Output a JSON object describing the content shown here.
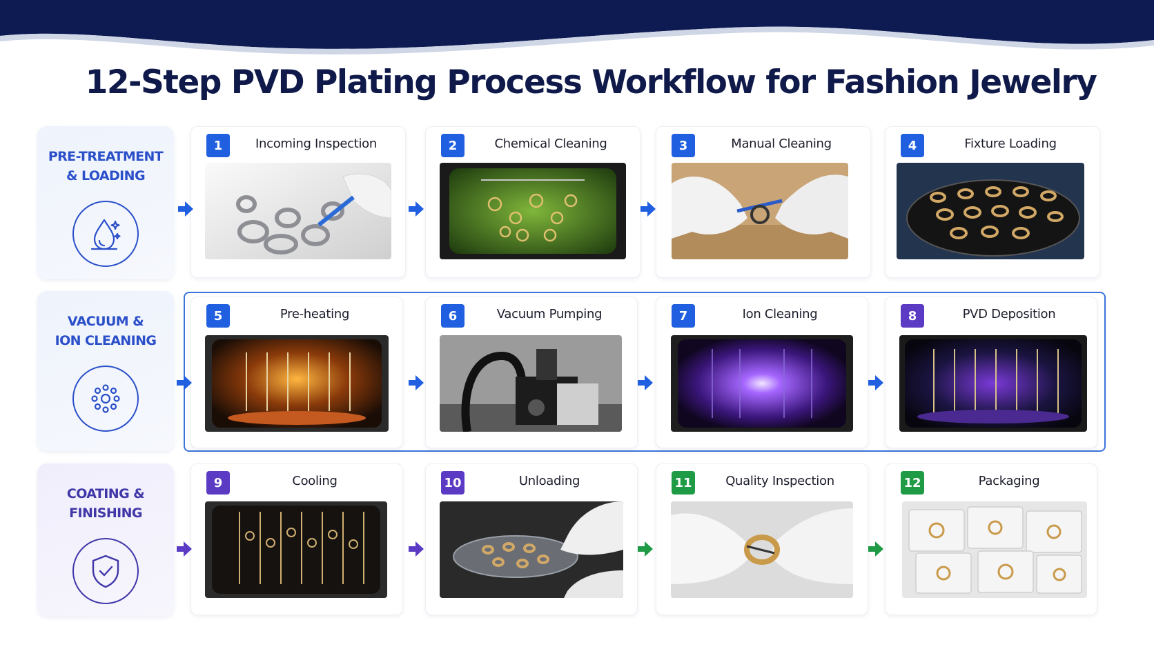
{
  "title": "12-Step PVD Plating Process Workflow for Fashion Jewelry",
  "colors": {
    "header_navy": "#0d1b52",
    "title": "#0f1a4a",
    "blue": "#1f5fe0",
    "purple": "#5b3bc4",
    "green": "#1f9a45",
    "frame": "#3b73d9"
  },
  "stages": [
    {
      "label": "PRE-TREATMENT\n& LOADING",
      "icon": "water-drop-icon",
      "color": "#2a4fc9"
    },
    {
      "label": "VACUUM &\nION CLEANING",
      "icon": "dots-circle-icon",
      "color": "#2a4fc9"
    },
    {
      "label": "COATING &\nFINISHING",
      "icon": "shield-check-icon",
      "color": "#3f36a8"
    }
  ],
  "steps": [
    {
      "num": "1",
      "title": "Incoming Inspection",
      "badge_color": "#1f5fe0",
      "photo": "tweezers-jewelry-photo"
    },
    {
      "num": "2",
      "title": "Chemical Cleaning",
      "badge_color": "#1f5fe0",
      "photo": "green-bath-photo"
    },
    {
      "num": "3",
      "title": "Manual Cleaning",
      "badge_color": "#1f5fe0",
      "photo": "gloved-hands-photo"
    },
    {
      "num": "4",
      "title": "Fixture Loading",
      "badge_color": "#1f5fe0",
      "photo": "rings-fixture-photo"
    },
    {
      "num": "5",
      "title": "Pre-heating",
      "badge_color": "#1f5fe0",
      "photo": "heated-chamber-photo"
    },
    {
      "num": "6",
      "title": "Vacuum Pumping",
      "badge_color": "#1f5fe0",
      "photo": "vacuum-pump-photo"
    },
    {
      "num": "7",
      "title": "Ion Cleaning",
      "badge_color": "#1f5fe0",
      "photo": "purple-ion-chamber-photo"
    },
    {
      "num": "8",
      "title": "PVD Deposition",
      "badge_color": "#5b3bc4",
      "photo": "pvd-chamber-photo"
    },
    {
      "num": "9",
      "title": "Cooling",
      "badge_color": "#5b3bc4",
      "photo": "cooling-rack-photo"
    },
    {
      "num": "10",
      "title": "Unloading",
      "badge_color": "#5b3bc4",
      "photo": "unloading-fixture-photo"
    },
    {
      "num": "11",
      "title": "Quality Inspection",
      "badge_color": "#1f9a45",
      "photo": "ring-inspection-photo"
    },
    {
      "num": "12",
      "title": "Packaging",
      "badge_color": "#1f9a45",
      "photo": "packaged-jewelry-photo"
    }
  ],
  "arrow_colors": [
    [
      "#1f5fe0",
      "#1f5fe0",
      "#1f5fe0",
      "#1f5fe0"
    ],
    [
      "#1f5fe0",
      "#1f5fe0",
      "#1f5fe0",
      "#1f5fe0"
    ],
    [
      "#5b3bc4",
      "#5b3bc4",
      "#1f9a45",
      "#1f9a45"
    ]
  ]
}
